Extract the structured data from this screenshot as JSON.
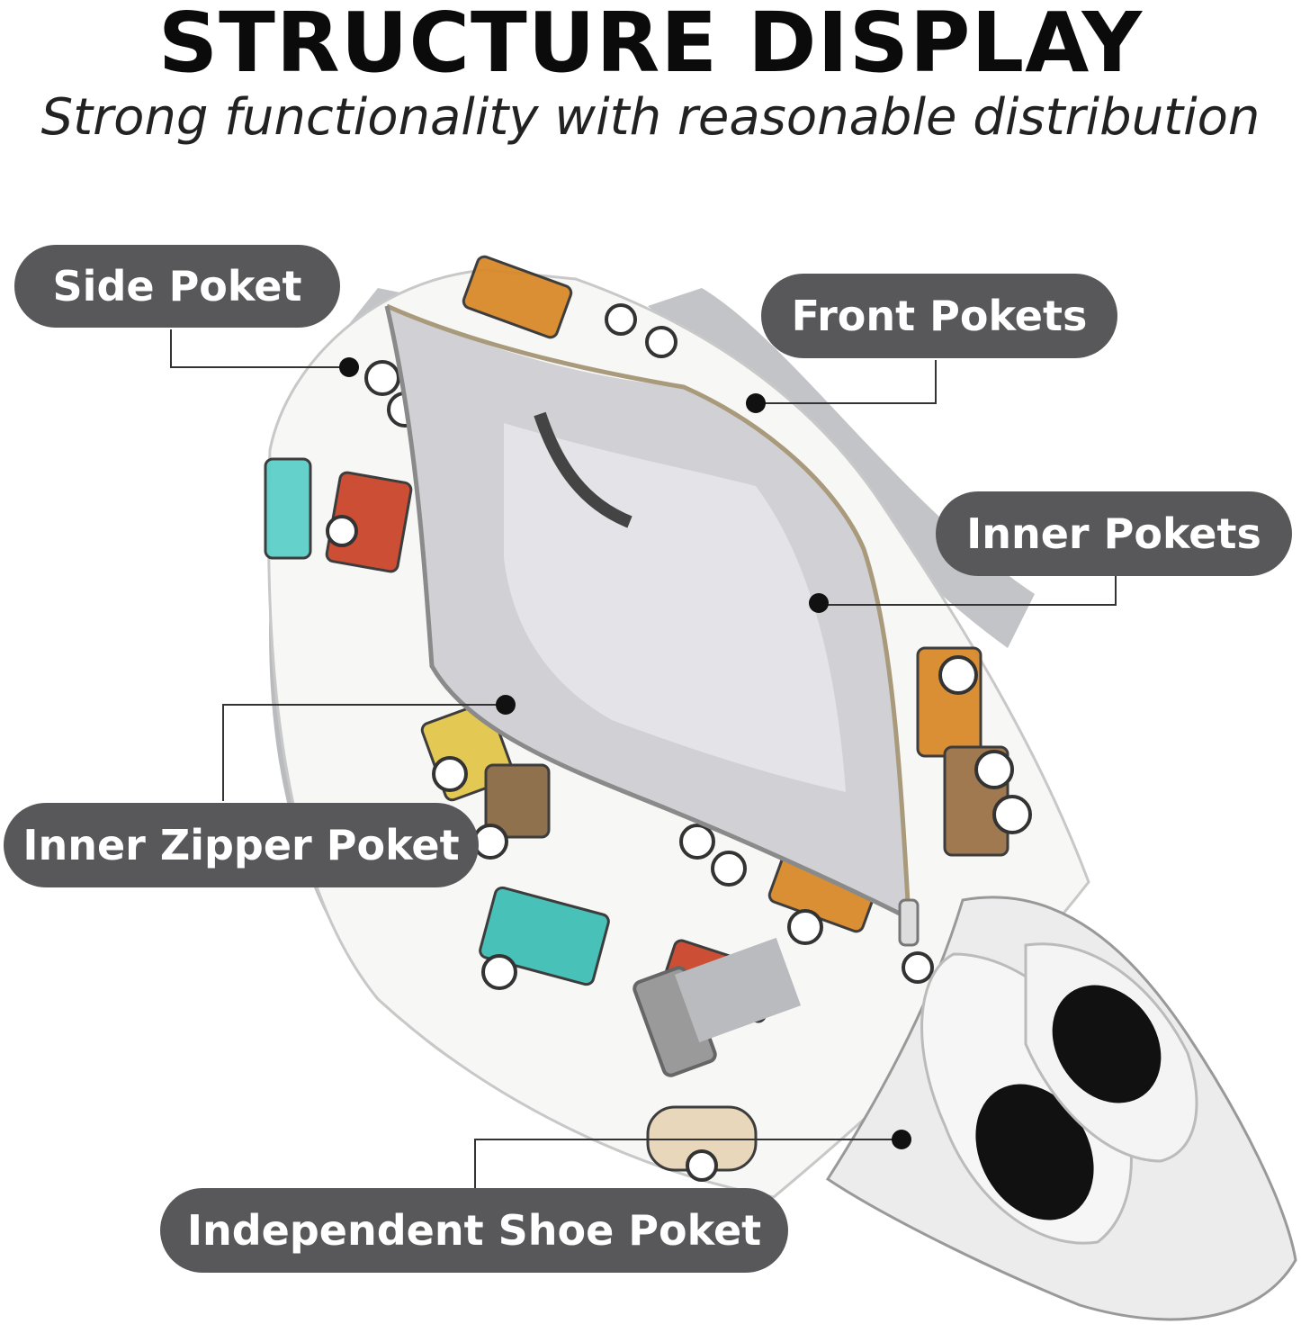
{
  "header": {
    "title": "STRUCTURE DISPLAY",
    "subtitle": "Strong functionality with reasonable distribution"
  },
  "callouts": {
    "side_pocket": "Side Poket",
    "front_pockets": "Front Pokets",
    "inner_pockets": "Inner Pokets",
    "inner_zipper_pocket": "Inner Zipper Poket",
    "shoe_pocket": "Independent Shoe Poket"
  },
  "colors": {
    "label_bg": "#58585a",
    "label_text": "#ffffff",
    "leader_line": "#333333",
    "lining": "#cfcfd3",
    "strap": "#b9bbbe"
  }
}
